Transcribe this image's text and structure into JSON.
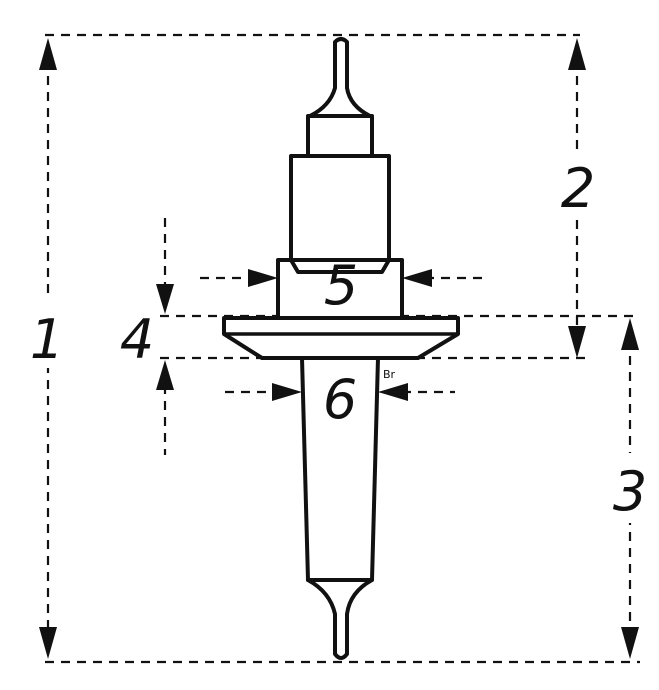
{
  "diagram": {
    "labels": {
      "l1": "1",
      "l2": "2",
      "l3": "3",
      "l4": "4",
      "l5": "5",
      "l6": "6",
      "mark": "Br"
    }
  }
}
